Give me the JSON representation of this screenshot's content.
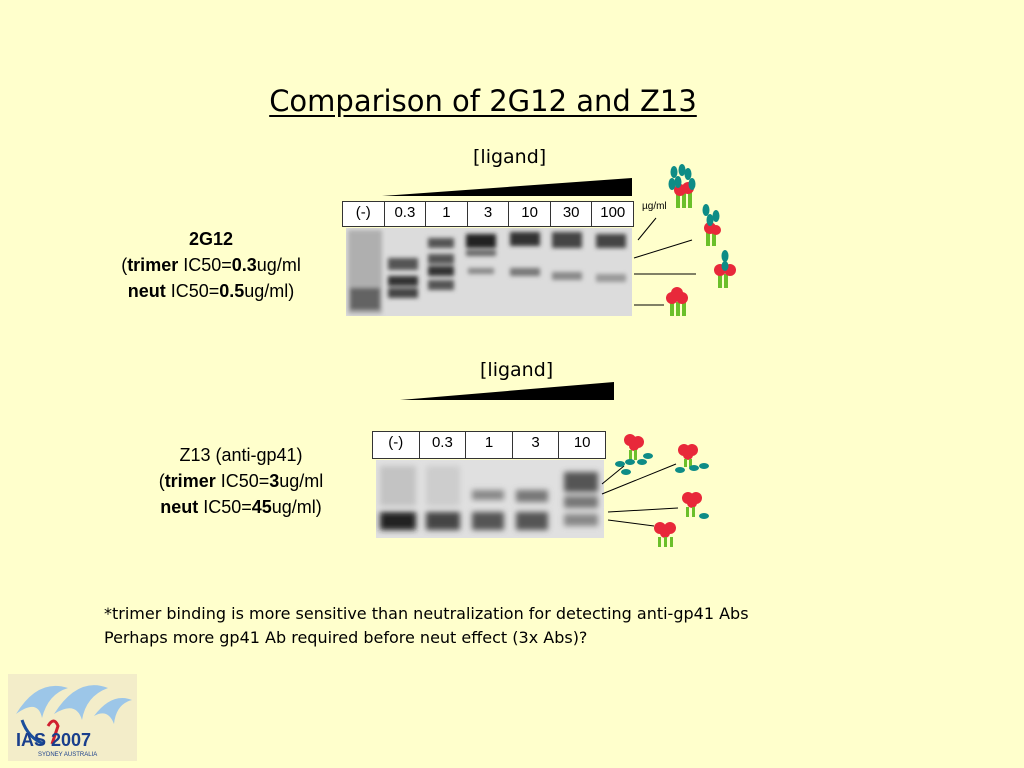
{
  "title": "Comparison of 2G12 and Z13",
  "panel1": {
    "ligand_label": "[ligand]",
    "lanes": [
      "(-)",
      "0.3",
      "1",
      "3",
      "10",
      "30",
      "100"
    ],
    "unit": "µg/ml",
    "antibody": "2G12",
    "trimer_prefix": "(",
    "trimer_word": "trimer",
    "trimer_ic50_label": " IC50=",
    "trimer_ic50_value": "0.3",
    "trimer_unit": "ug/ml",
    "neut_word": "neut",
    "neut_ic50_label": " IC50=",
    "neut_ic50_value": "0.5",
    "neut_unit": "ug/ml)"
  },
  "panel2": {
    "ligand_label": "[ligand]",
    "lanes": [
      "(-)",
      "0.3",
      "1",
      "3",
      "10"
    ],
    "antibody": "Z13 (anti-gp41)",
    "trimer_prefix": "(",
    "trimer_word": "trimer",
    "trimer_ic50_label": " IC50=",
    "trimer_ic50_value": "3",
    "trimer_unit": "ug/ml",
    "neut_word": "neut",
    "neut_ic50_label": " IC50=",
    "neut_ic50_value": "45",
    "neut_unit": "ug/ml)"
  },
  "footnote": {
    "line1": "*trimer binding is more sensitive than neutralization for detecting anti-gp41 Abs",
    "line2": "Perhaps more gp41 Ab required before neut effect (3x Abs)?"
  },
  "logo": {
    "text": "IAS 2007",
    "subtext": "SYDNEY AUSTRALIA"
  },
  "colors": {
    "background": "#FFFFCC",
    "gp120_red": "#E8283A",
    "antibody_teal": "#0E8C86",
    "gp41_green": "#6BBF2A"
  }
}
